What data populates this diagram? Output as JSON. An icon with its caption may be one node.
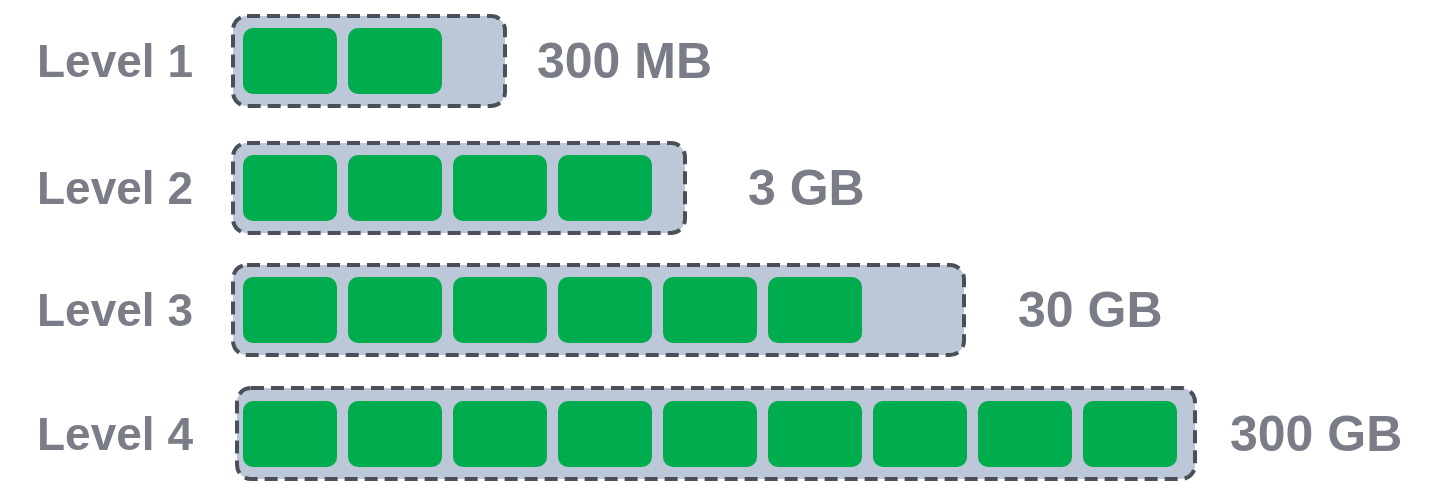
{
  "diagram": {
    "nodes": [
      {
        "text": [
          "Level 1"
        ],
        "beside": [
          "300 MB"
        ]
      },
      {
        "text": [],
        "shape": "box",
        "in": 0
      },
      {
        "text": [],
        "shape": "box",
        "in": 0
      },
      {
        "text": [
          "Level 2"
        ],
        "beside": [
          "3 GB"
        ]
      },
      {
        "text": [],
        "shape": "box",
        "in": 3
      },
      {
        "text": [],
        "shape": "box",
        "in": 3
      },
      {
        "text": [],
        "shape": "box",
        "in": 3
      },
      {
        "text": [],
        "shape": "box",
        "in": 3
      },
      {
        "text": [
          "Level 3"
        ],
        "beside": [
          "30 GB"
        ]
      },
      {
        "text": [],
        "shape": "box",
        "in": 8
      },
      {
        "text": [],
        "shape": "box",
        "in": 8
      },
      {
        "text": [],
        "shape": "box",
        "in": 8
      },
      {
        "text": [],
        "shape": "box",
        "in": 8
      },
      {
        "text": [],
        "shape": "box",
        "in": 8
      },
      {
        "text": [],
        "shape": "box",
        "in": 8
      },
      {
        "text": [
          "Level 4"
        ],
        "beside": [
          "300 GB"
        ]
      },
      {
        "text": [],
        "shape": "box",
        "in": 15
      },
      {
        "text": [],
        "shape": "box",
        "in": 15
      },
      {
        "text": [],
        "shape": "box",
        "in": 15
      },
      {
        "text": [],
        "shape": "box",
        "in": 15
      },
      {
        "text": [],
        "shape": "box",
        "in": 15
      },
      {
        "text": [],
        "shape": "box",
        "in": 15
      },
      {
        "text": [],
        "shape": "box",
        "in": 15
      },
      {
        "text": [],
        "shape": "box",
        "in": 15
      },
      {
        "text": [],
        "shape": "box",
        "in": 15
      }
    ]
  }
}
